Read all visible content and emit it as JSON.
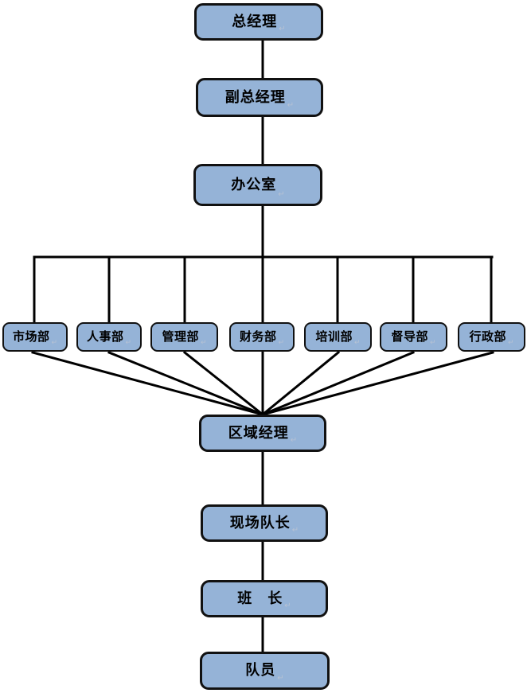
{
  "diagram": {
    "type": "org-chart",
    "nodes": [
      {
        "id": "general-manager",
        "label": "总经理"
      },
      {
        "id": "deputy-general-manager",
        "label": "副总经理"
      },
      {
        "id": "office",
        "label": "办公室"
      },
      {
        "id": "marketing-dept",
        "label": "市场部"
      },
      {
        "id": "hr-dept",
        "label": "人事部"
      },
      {
        "id": "management-dept",
        "label": "管理部"
      },
      {
        "id": "finance-dept",
        "label": "财务部"
      },
      {
        "id": "training-dept",
        "label": "培训部"
      },
      {
        "id": "supervision-dept",
        "label": "督导部"
      },
      {
        "id": "admin-dept",
        "label": "行政部"
      },
      {
        "id": "regional-manager",
        "label": "区域经理"
      },
      {
        "id": "site-captain",
        "label": "现场队长"
      },
      {
        "id": "squad-leader",
        "label": "班　长"
      },
      {
        "id": "team-member",
        "label": "队员"
      }
    ],
    "edges": [
      {
        "from": "general-manager",
        "to": "deputy-general-manager"
      },
      {
        "from": "deputy-general-manager",
        "to": "office"
      },
      {
        "from": "office",
        "to": "marketing-dept"
      },
      {
        "from": "office",
        "to": "hr-dept"
      },
      {
        "from": "office",
        "to": "management-dept"
      },
      {
        "from": "office",
        "to": "finance-dept"
      },
      {
        "from": "office",
        "to": "training-dept"
      },
      {
        "from": "office",
        "to": "supervision-dept"
      },
      {
        "from": "office",
        "to": "admin-dept"
      },
      {
        "from": "marketing-dept",
        "to": "regional-manager"
      },
      {
        "from": "hr-dept",
        "to": "regional-manager"
      },
      {
        "from": "management-dept",
        "to": "regional-manager"
      },
      {
        "from": "finance-dept",
        "to": "regional-manager"
      },
      {
        "from": "training-dept",
        "to": "regional-manager"
      },
      {
        "from": "supervision-dept",
        "to": "regional-manager"
      },
      {
        "from": "admin-dept",
        "to": "regional-manager"
      },
      {
        "from": "regional-manager",
        "to": "site-captain"
      },
      {
        "from": "site-captain",
        "to": "squad-leader"
      },
      {
        "from": "squad-leader",
        "to": "team-member"
      }
    ]
  },
  "colors": {
    "box_fill": "#95b3d7",
    "box_border": "#111111",
    "connector": "#000000",
    "text": "#000000",
    "return_mark": "#b6c2d4"
  },
  "marks": {
    "return_mark": "↵"
  }
}
